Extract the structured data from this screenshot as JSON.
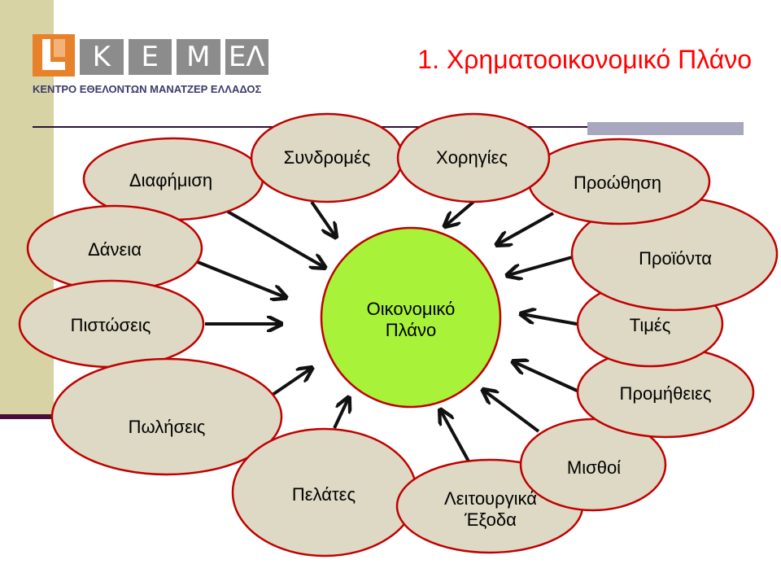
{
  "logo": {
    "letters": [
      "Κ",
      "Ε",
      "Μ",
      "ΕΛ"
    ],
    "tagline": "ΚΕΝΤΡΟ ΕΘΕΛΟΝΤΩΝ ΜΑΝΑΤΖΕΡ ΕΛΛΑΔΟΣ",
    "accent_color": "#e8822a"
  },
  "title": "1. Χρηματοοικονομικό Πλάνο",
  "center": {
    "line1": "Οικονομικό",
    "line2": "Πλάνο",
    "color": "#a8f23a"
  },
  "nodes": {
    "diafimisi": "Διαφήμιση",
    "syndromes": "Συνδρομές",
    "xorigies": "Χορηγίες",
    "proothisi": "Προώθηση",
    "daneia": "Δάνεια",
    "proionta": "Προϊόντα",
    "pistoseis": "Πιστώσεις",
    "times": "Τιμές",
    "promitheies": "Προμήθειες",
    "poliseis": "Πωλήσεις",
    "pelates": "Πελάτες",
    "leitourgika_line1": "Λειτουργικά",
    "leitourgika_line2": "Έξοδα",
    "misthoi": "Μισθοί"
  },
  "colors": {
    "node_fill": "#ddd9c4",
    "node_border": "#c00000",
    "title": "#ff0000"
  }
}
